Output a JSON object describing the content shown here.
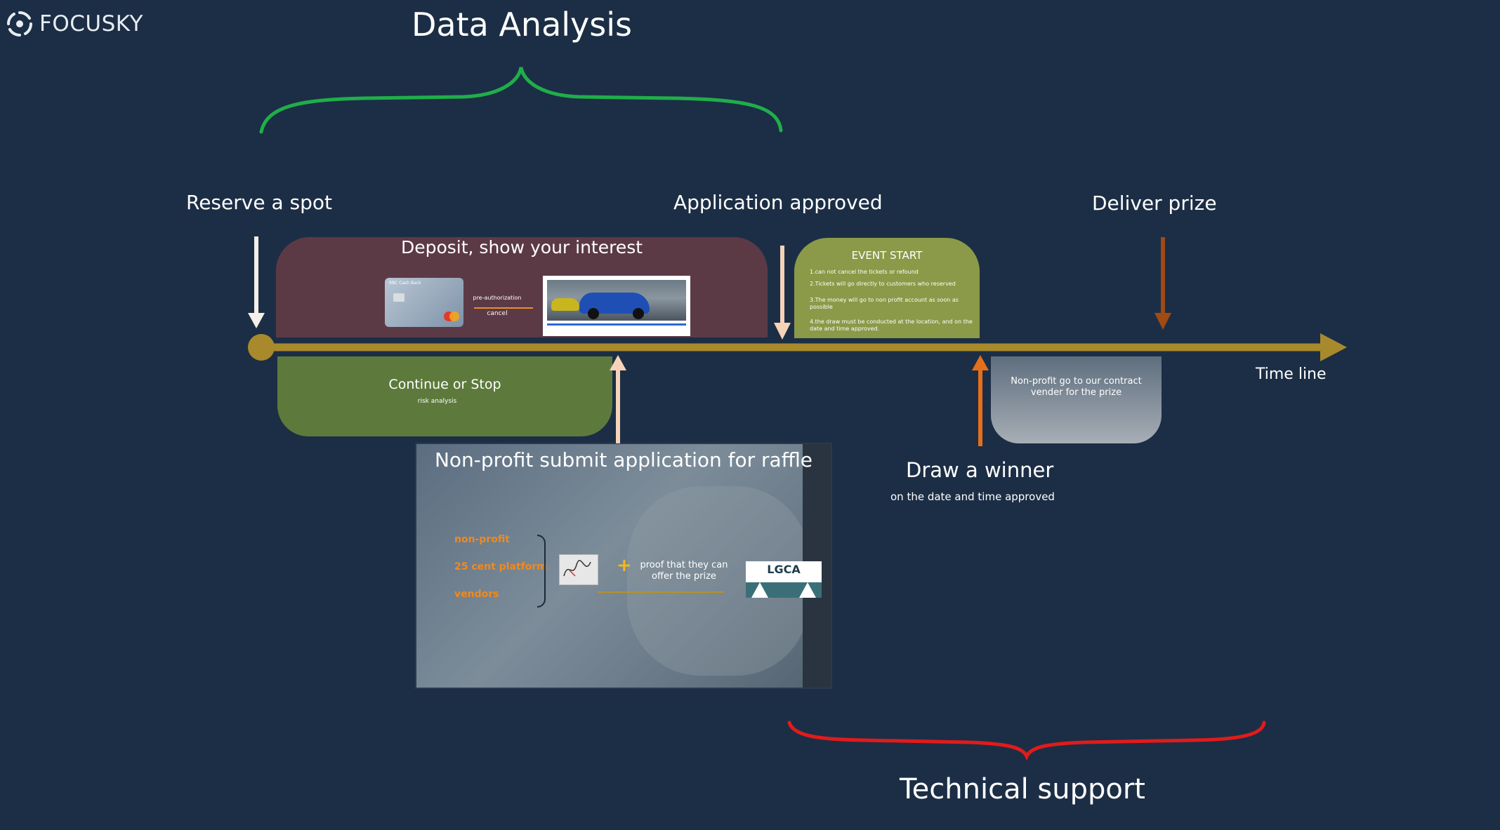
{
  "logo": {
    "text": "FOCUSKY",
    "icon": "focusky-swirl-icon"
  },
  "titles": {
    "top": "Data Analysis",
    "bottom": "Technical support"
  },
  "milestones": {
    "reserve": "Reserve a spot",
    "approved": "Application approved",
    "deliver": "Deliver prize",
    "draw": "Draw a winner",
    "draw_sub": "on the date and time approved",
    "timeline": "Time line"
  },
  "deposit": {
    "title": "Deposit,  show your interest",
    "card_tag": "RBC Cash Back",
    "preauth": "pre-authorization",
    "cancel": "cancel"
  },
  "event": {
    "title": "EVENT START",
    "items": [
      "1.can not cancel the tickets or refound",
      "2.Tickets will go directly to customers who reserved",
      "3.The money will go to non profit account as soon as possible",
      "4.the draw must be conducted at the location, and on the date and time approved."
    ]
  },
  "continue": {
    "title": "Continue or Stop",
    "sub": "risk analysis"
  },
  "vendor": {
    "text": "Non-profit go to our contract vender for the prize"
  },
  "application": {
    "title": "Non-profit submit application for raffle",
    "parties": [
      "non-profit",
      "25 cent platform",
      "vendors"
    ],
    "proof": "proof that they can offer the prize",
    "logo": "LGCA"
  },
  "colors": {
    "background": "#1c2e45",
    "timeline": "#a88a2c",
    "green_brace": "#1fae4a",
    "red_brace": "#e11b1b",
    "deposit_box": "#5c3a45",
    "event_box": "#8a9a48",
    "continue_box": "#5d7a3c",
    "orange": "#e4701c",
    "arrow_light": "#f6d3b8",
    "arrow_brown": "#a04a14"
  }
}
